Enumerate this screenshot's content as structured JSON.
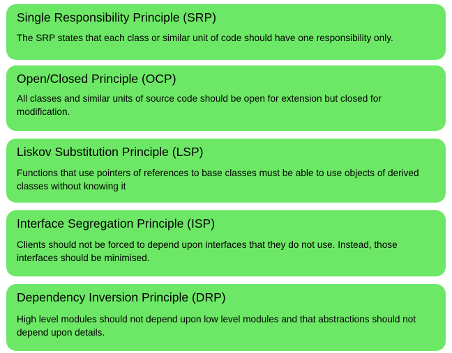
{
  "principles": [
    {
      "title": "Single Responsibility Principle (SRP)",
      "description": "The SRP states that each class or similar unit of code should have one responsibility only."
    },
    {
      "title": "Open/Closed Principle (OCP)",
      "description": "All classes and similar units of source code should be open for extension but closed for modification."
    },
    {
      "title": "Liskov Substitution Principle (LSP)",
      "description": "Functions that use pointers of references to base classes must be able to use objects of derived classes without knowing it"
    },
    {
      "title": "Interface Segregation Principle (ISP)",
      "description": "Clients should not be forced to depend upon interfaces that they do not use. Instead, those interfaces should be minimised."
    },
    {
      "title": "Dependency Inversion Principle (DRP)",
      "description": "High level modules should not depend upon low level modules and that abstractions should not depend upon details."
    }
  ],
  "colors": {
    "card_background": "#6de866",
    "text": "#000000",
    "page_background": "#ffffff"
  }
}
